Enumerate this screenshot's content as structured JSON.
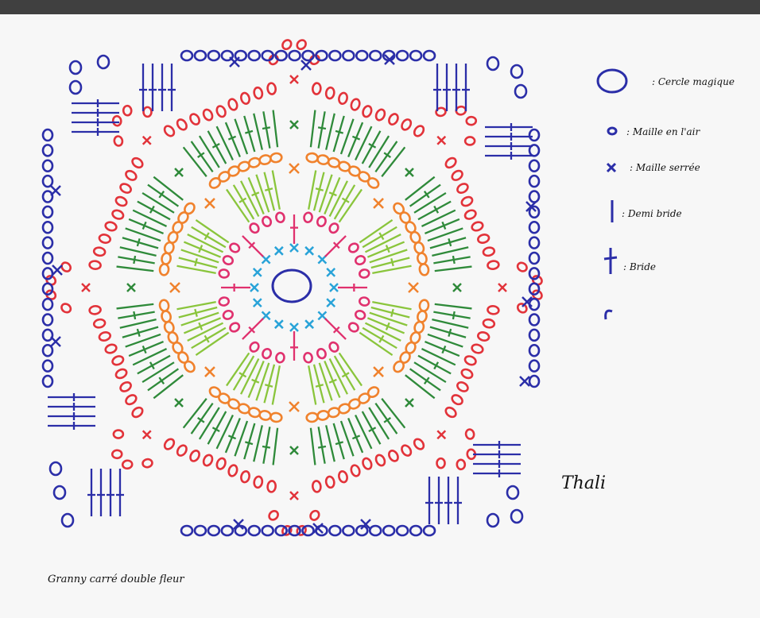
{
  "caption": "Granny carré double fleur",
  "signature": "Thali",
  "legend": {
    "magic_ring": ": Cercle magique",
    "chain": ": Maille en l'air",
    "single_crochet": ": Maille serrée",
    "half_double": ": Demi bride",
    "double": ": Bride",
    "turn": ""
  },
  "colors": {
    "center": "#2b2ea8",
    "round1": "#29a3d8",
    "round2": "#e0316e",
    "round3": "#8ac53c",
    "round4": "#f0822d",
    "round5": "#2f8a3a",
    "round6": "#e2333a",
    "border": "#2b2ea8"
  },
  "icons": [
    "magic-ring-icon",
    "chain-stitch-icon",
    "single-crochet-icon",
    "half-double-crochet-icon",
    "double-crochet-icon",
    "turn-icon"
  ]
}
